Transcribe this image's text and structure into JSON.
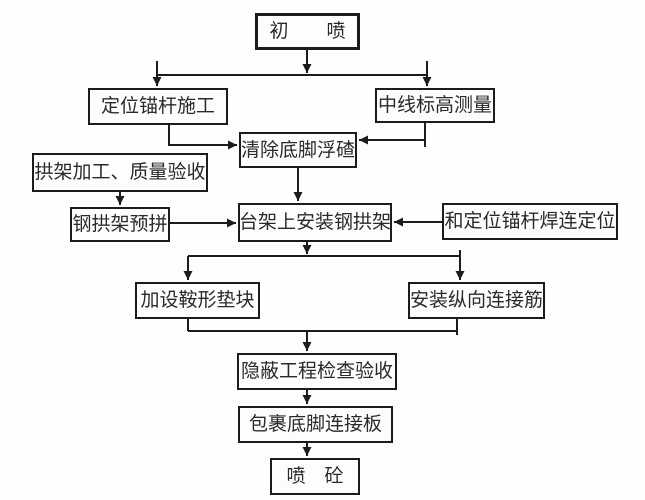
{
  "diagram": {
    "type": "flowchart",
    "language": "zh-CN",
    "background_color": "#fefefe",
    "line_color": "#1c1c1c",
    "box_border_color": "#1c1c1c",
    "text_color": "#2a2a2a"
  },
  "nodes": {
    "initial_spray": {
      "label": "初　　喷"
    },
    "anchor_bolt": {
      "label": "定位锚杆施工"
    },
    "centerline_survey": {
      "label": "中线标高测量"
    },
    "clear_debris": {
      "label": "清除底脚浮碴"
    },
    "arch_fabrication": {
      "label": "拱架加工、质量验收"
    },
    "arch_preassembly": {
      "label": "钢拱架预拼"
    },
    "install_arch": {
      "label": "台架上安装钢拱架"
    },
    "weld_positioning": {
      "label": "和定位锚杆焊连定位"
    },
    "saddle_blocks": {
      "label": "加设鞍形垫块"
    },
    "longitudinal_bars": {
      "label": "安装纵向连接筋"
    },
    "hidden_inspection": {
      "label": "隐蔽工程检查验收"
    },
    "wrap_baseplate": {
      "label": "包裹底脚连接板"
    },
    "shotcrete": {
      "label": "喷　砼"
    }
  },
  "edges": [
    {
      "from": "initial_spray",
      "to": "anchor_bolt"
    },
    {
      "from": "initial_spray",
      "to": "centerline_survey"
    },
    {
      "from": "anchor_bolt",
      "to": "clear_debris"
    },
    {
      "from": "centerline_survey",
      "to": "clear_debris"
    },
    {
      "from": "clear_debris",
      "to": "install_arch"
    },
    {
      "from": "arch_fabrication",
      "to": "arch_preassembly"
    },
    {
      "from": "arch_preassembly",
      "to": "install_arch"
    },
    {
      "from": "weld_positioning",
      "to": "install_arch"
    },
    {
      "from": "install_arch",
      "to": "saddle_blocks"
    },
    {
      "from": "install_arch",
      "to": "longitudinal_bars"
    },
    {
      "from": "saddle_blocks",
      "to": "hidden_inspection"
    },
    {
      "from": "longitudinal_bars",
      "to": "hidden_inspection"
    },
    {
      "from": "hidden_inspection",
      "to": "wrap_baseplate"
    },
    {
      "from": "wrap_baseplate",
      "to": "shotcrete"
    }
  ]
}
